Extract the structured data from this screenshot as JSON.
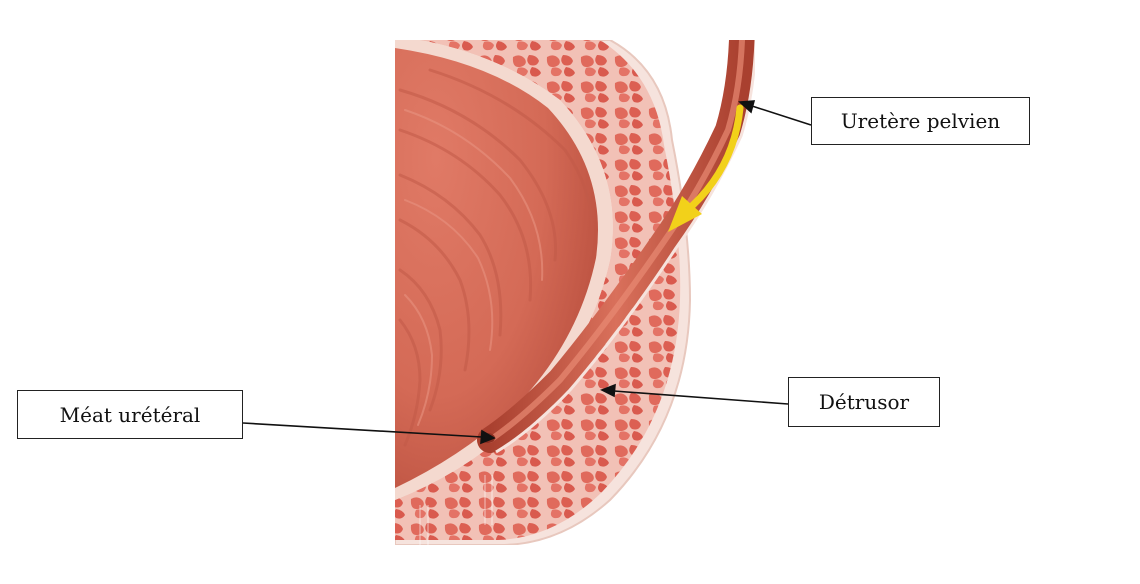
{
  "labels": {
    "uretere_pelvien": "Uretère pelvien",
    "detrusor": "Détrusor",
    "meat_ureteral": "Méat urétéral"
  },
  "colors": {
    "bladder_lumen": "#d8725f",
    "bladder_lumen_dark": "#b9503f",
    "mucosa_edge": "#f3d6cc",
    "detrusor_muscle": "#f0b2a6",
    "detrusor_cells": "#e0665a",
    "ureter": "#c85a47",
    "flow_arrow": "#f2d11a",
    "leader_lines": "#111111"
  }
}
